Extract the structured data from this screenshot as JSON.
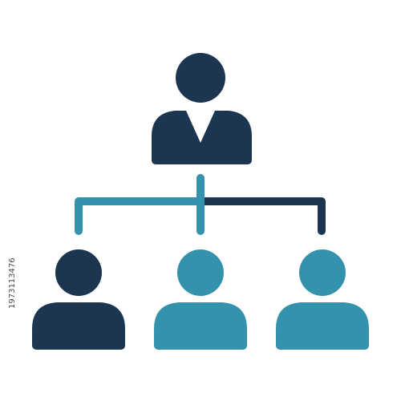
{
  "colors": {
    "navy": "#1c3550",
    "teal": "#3592ad",
    "background": "#ffffff"
  },
  "icon": {
    "name": "organizational-hierarchy-icon",
    "manager": {
      "icon": "person-with-collar-icon",
      "color": "navy"
    },
    "subordinates": [
      {
        "icon": "person-icon",
        "color": "navy"
      },
      {
        "icon": "person-icon",
        "color": "teal"
      },
      {
        "icon": "person-icon",
        "color": "teal"
      }
    ],
    "connectors": {
      "left_branch_color": "teal",
      "right_branch_color": "navy",
      "trunk_color": "teal"
    }
  },
  "watermark": {
    "id_text": "1973113476"
  }
}
